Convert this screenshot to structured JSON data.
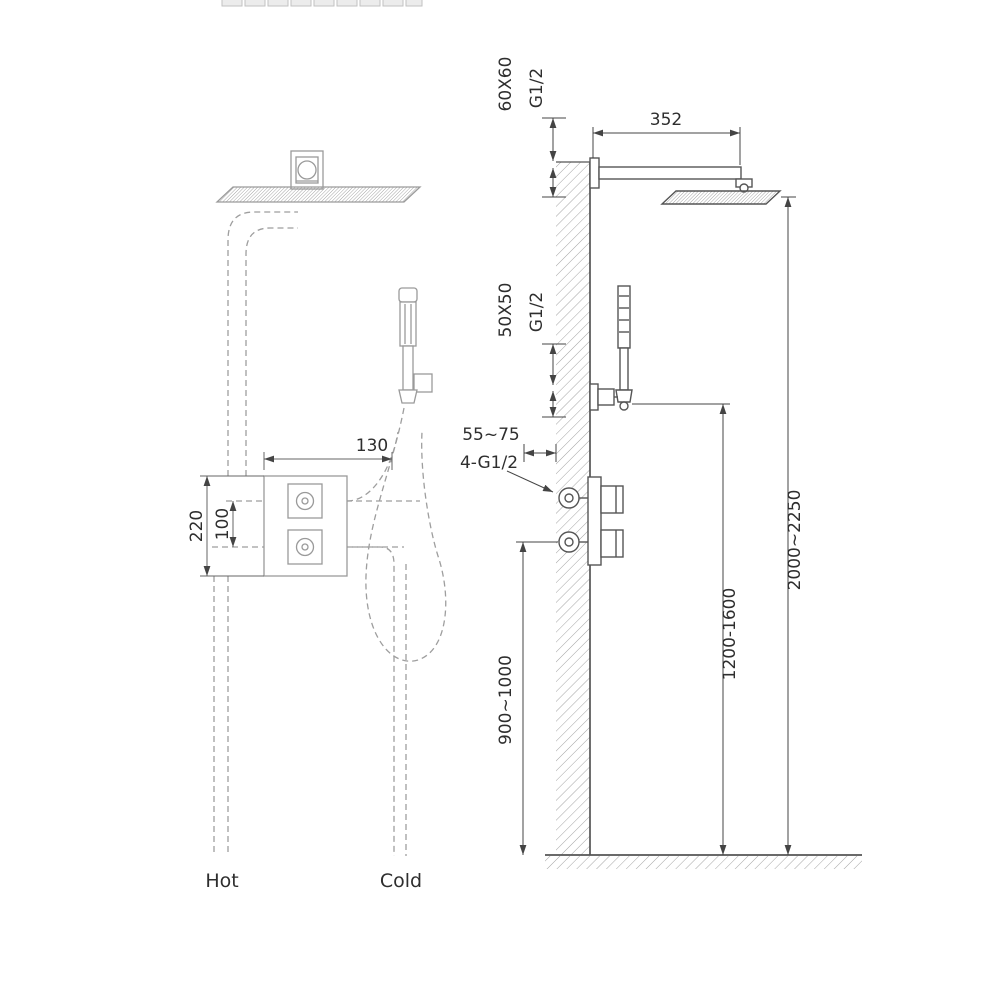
{
  "labels": {
    "hot": "Hot",
    "cold": "Cold"
  },
  "dims": {
    "head_arm_length": "352",
    "head_escutcheon": "60X60",
    "head_connection": "G1/2",
    "hand_escutcheon": "50X50",
    "hand_connection": "G1/2",
    "valve_recess_depth": "55~75",
    "valve_connections": "4-G1/2",
    "valve_width": "130",
    "valve_port_span_outer": "220",
    "valve_port_span_inner": "100",
    "valve_height_from_floor": "900~1000",
    "hand_height_from_floor": "1200-1600",
    "head_height_from_floor": "2000~2250"
  },
  "colors": {
    "fixture_faded": "#9a9a9a",
    "fixture_solid": "#555555",
    "dimension": "#444444",
    "hatch": "#8f8f8f"
  }
}
